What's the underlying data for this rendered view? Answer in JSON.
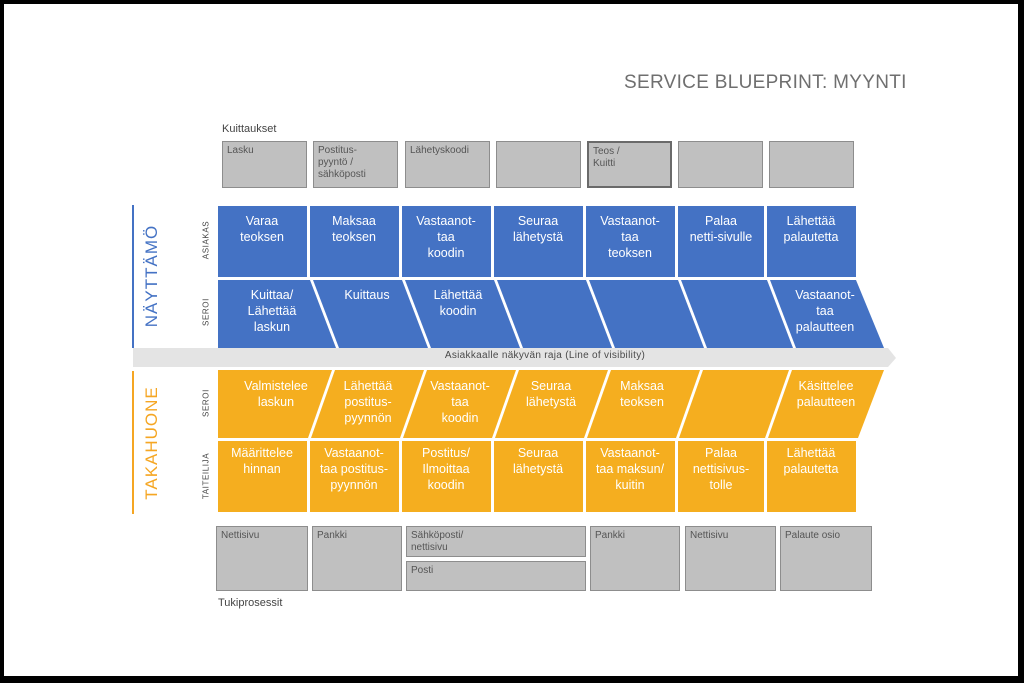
{
  "title": "SERVICE BLUEPRINT: MYYNTI",
  "props_caption": "Kuittaukset",
  "props": [
    "Lasku",
    "Postitus-\npyyntö /\nsähköposti",
    "Lähetyskoodi",
    "",
    "Teos /\nKuitti",
    "",
    ""
  ],
  "front_title": "NÄYTTÄMÖ",
  "back_title": "TAKAHUONE",
  "lanes": [
    "ASIAKAS",
    "SEROI",
    "SEROI",
    "TAITEILIJA"
  ],
  "customer_actions": [
    "Varaa\nteoksen",
    "Maksaa\nteoksen",
    "Vastaanot-\ntaa\nkoodin",
    "Seuraa\nlähetystä",
    "Vastaanot-\ntaa\nteoksen",
    "Palaa\nnetti-sivulle",
    "Lähettää\npalautetta"
  ],
  "front_actions": [
    "Kuittaa/\nLähettää\nlaskun",
    "Kuittaus",
    "Lähettää\nkoodin",
    "",
    "",
    "",
    "Vastaanot-\ntaa\npalautteen"
  ],
  "visibility_line": "Asiakkaalle näkyvän raja (Line of visibility)",
  "back_actions": [
    "Valmistelee\nlaskun",
    "Lähettää\npostitus-\npyynnön",
    "Vastaanot-\ntaa\nkoodin",
    "Seuraa\nlähetystä",
    "Maksaa\nteoksen",
    "",
    "Käsittelee\npalautteen"
  ],
  "artist_actions": [
    "Määrittelee\nhinnan",
    "Vastaanot-\ntaa postitus-\npyynnön",
    "Postitus/\nIlmoittaa\nkoodin",
    "Seuraa\nlähetystä",
    "Vastaanot-\ntaa maksun/\nkuitin",
    "Palaa\nnettisivus-\ntolle",
    "Lähettää\npalautetta"
  ],
  "support_caption": "Tukiprosessit",
  "support": [
    "Nettisivu",
    "Pankki",
    "Sähköposti/\nnettisivu",
    "Posti",
    "Pankki",
    "Nettisivu",
    "Palaute osio"
  ],
  "colors": {
    "blue": "#4472c4",
    "orange": "#f5ae1f",
    "grey_box": "#c0c0c0",
    "line": "#e6e6e6"
  }
}
